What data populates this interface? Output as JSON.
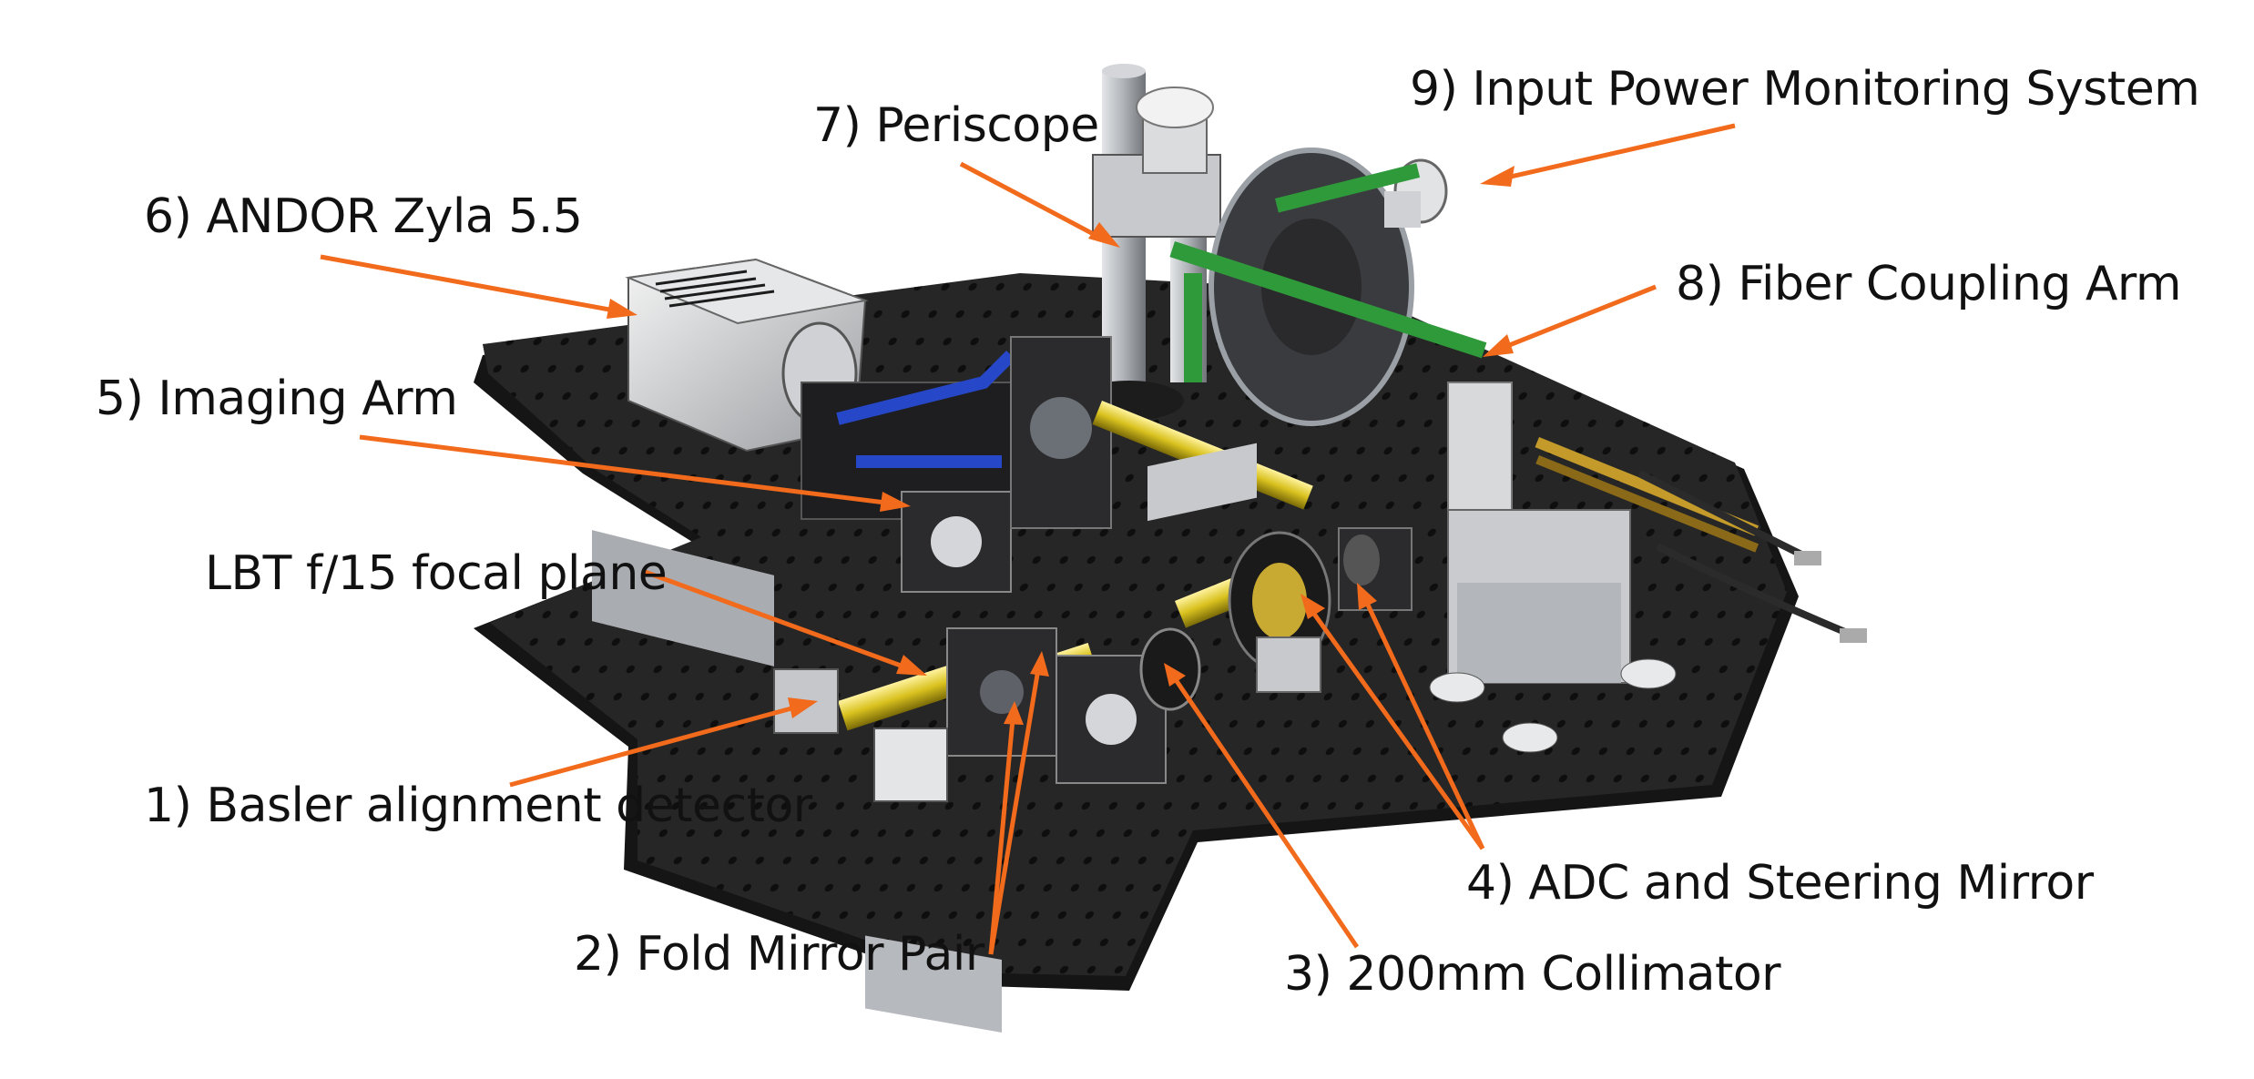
{
  "labels": {
    "l9": "9) Input Power Monitoring System",
    "l7": "7) Periscope",
    "l6": "6) ANDOR Zyla 5.5",
    "l8": "8) Fiber Coupling Arm",
    "l5": "5) Imaging Arm",
    "lfp": "LBT f/15 focal plane",
    "l1": "1) Basler alignment detector",
    "l4": "4) ADC and Steering Mirror",
    "l2": "2) Fold Mirror Pair",
    "l3": "3) 200mm Collimator"
  },
  "colors": {
    "arrow": "#f26a1b",
    "table": "#262626",
    "table_edge": "#151515",
    "hole": "#0b0b0b",
    "beam_yellow": "#d9c21f",
    "beam_green": "#2f9a3a",
    "beam_blue": "#2648c8",
    "metal": "#b9bcc0",
    "dark_mount": "#2b2b2d"
  }
}
